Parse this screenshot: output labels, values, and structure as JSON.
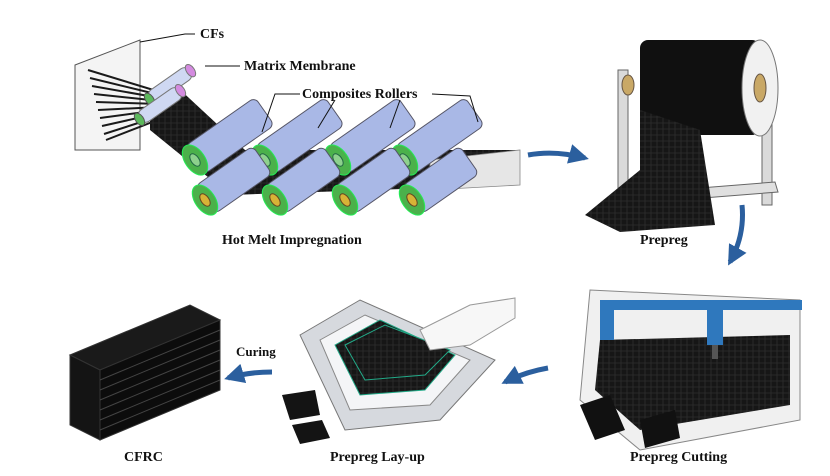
{
  "labels": {
    "cfs": "CFs",
    "matrix_membrane": "Matrix Membrane",
    "composites_rollers": "Composites Rollers",
    "hot_melt": "Hot Melt Impregnation",
    "prepreg": "Prepreg",
    "prepreg_cutting": "Prepreg Cutting",
    "prepreg_layup": "Prepreg Lay-up",
    "curing": "Curing",
    "cfrc": "CFRC"
  },
  "colors": {
    "arrow": "#2b5f9e",
    "roller_body": "#a9b8e6",
    "roller_end_green": "#4bb14b",
    "roller_end_yellow": "#d7b336",
    "fiber": "#141414",
    "cutter_blue": "#2f78bd"
  }
}
